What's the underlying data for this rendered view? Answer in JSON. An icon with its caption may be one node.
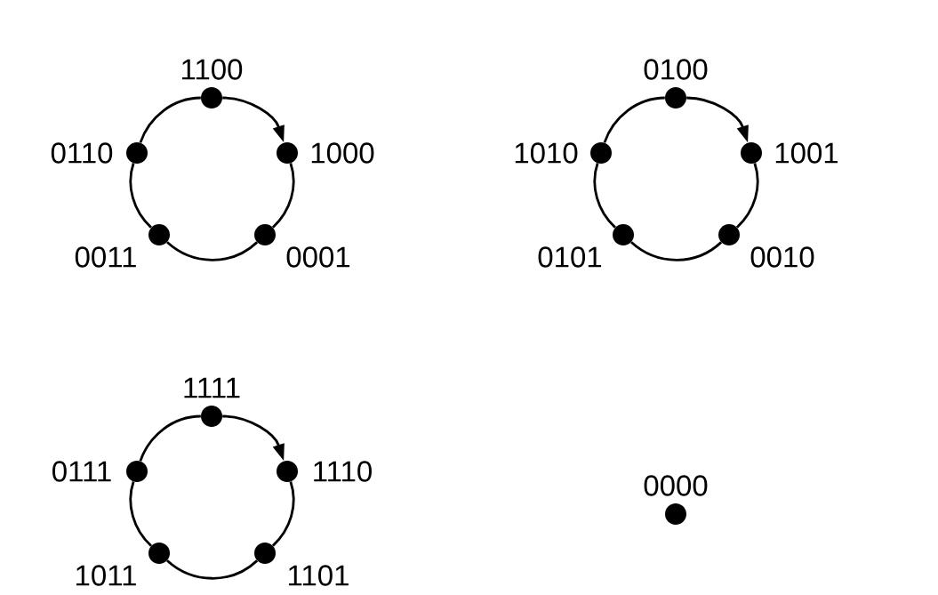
{
  "diagram": {
    "nodes": [
      {
        "text": [],
        "shape": "circle",
        "beside": [
          "1100"
        ]
      },
      {
        "text": [],
        "shape": "circle",
        "beside": [
          "1000"
        ]
      },
      {
        "text": [],
        "shape": "circle",
        "beside": [
          "0001"
        ]
      },
      {
        "text": [],
        "shape": "circle",
        "beside": [
          "0011"
        ]
      },
      {
        "text": [],
        "shape": "circle",
        "beside": [
          "0110"
        ]
      },
      {
        "text": [],
        "shape": "circle",
        "beside": [
          "0100"
        ]
      },
      {
        "text": [],
        "shape": "circle",
        "beside": [
          "1001"
        ]
      },
      {
        "text": [],
        "shape": "circle",
        "beside": [
          "0010"
        ]
      },
      {
        "text": [],
        "shape": "circle",
        "beside": [
          "0101"
        ]
      },
      {
        "text": [],
        "shape": "circle",
        "beside": [
          "1010"
        ]
      },
      {
        "text": [],
        "shape": "circle",
        "beside": [
          "1111"
        ]
      },
      {
        "text": [],
        "shape": "circle",
        "beside": [
          "1110"
        ]
      },
      {
        "text": [],
        "shape": "circle",
        "beside": [
          "1101"
        ]
      },
      {
        "text": [],
        "shape": "circle",
        "beside": [
          "1011"
        ]
      },
      {
        "text": [],
        "shape": "circle",
        "beside": [
          "0111"
        ]
      },
      {
        "text": [],
        "shape": "circle",
        "beside": [
          "0000"
        ]
      }
    ],
    "edges": [
      {
        "from": 0,
        "to": 1,
        "arrow": "to"
      },
      {
        "from": 1,
        "to": 2,
        "arrow": "none"
      },
      {
        "from": 2,
        "to": 3,
        "arrow": "none"
      },
      {
        "from": 3,
        "to": 4,
        "arrow": "none"
      },
      {
        "from": 4,
        "to": 0,
        "arrow": "none"
      },
      {
        "from": 5,
        "to": 6,
        "arrow": "to"
      },
      {
        "from": 6,
        "to": 7,
        "arrow": "none"
      },
      {
        "from": 7,
        "to": 8,
        "arrow": "none"
      },
      {
        "from": 8,
        "to": 9,
        "arrow": "none"
      },
      {
        "from": 9,
        "to": 5,
        "arrow": "none"
      },
      {
        "from": 10,
        "to": 11,
        "arrow": "to"
      },
      {
        "from": 11,
        "to": 12,
        "arrow": "none"
      },
      {
        "from": 12,
        "to": 13,
        "arrow": "none"
      },
      {
        "from": 13,
        "to": 14,
        "arrow": "none"
      },
      {
        "from": 14,
        "to": 10,
        "arrow": "none"
      }
    ]
  }
}
